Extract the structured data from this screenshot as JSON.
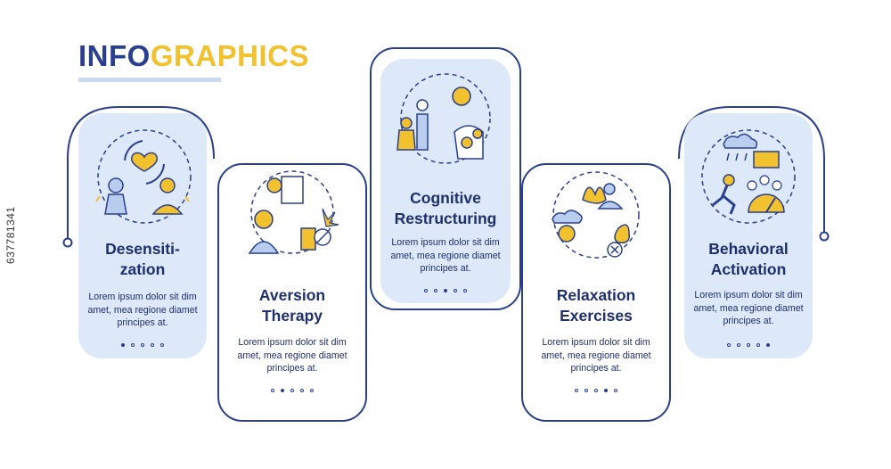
{
  "header": {
    "title_part1": "INFO",
    "title_part2": "GRAPHICS"
  },
  "cards": [
    {
      "title_line1": "Desensiti-",
      "title_line2": "zation",
      "body_line1": "Lorem ipsum dolor sit dim",
      "body_line2": "amet, mea regione diamet",
      "body_line3": "principes at.",
      "active_dot": 1
    },
    {
      "title_line1": "Aversion",
      "title_line2": "Therapy",
      "body_line1": "Lorem ipsum dolor sit dim",
      "body_line2": "amet, mea regione diamet",
      "body_line3": "principes at.",
      "active_dot": 2
    },
    {
      "title_line1": "Cognitive",
      "title_line2": "Restructuring",
      "body_line1": "Lorem ipsum dolor sit dim",
      "body_line2": "amet, mea regione diamet",
      "body_line3": "principes at.",
      "active_dot": 3
    },
    {
      "title_line1": "Relaxation",
      "title_line2": "Exercises",
      "body_line1": "Lorem ipsum dolor sit dim",
      "body_line2": "amet, mea regione diamet",
      "body_line3": "principes at.",
      "active_dot": 4
    },
    {
      "title_line1": "Behavioral",
      "title_line2": "Activation",
      "body_line1": "Lorem ipsum dolor sit dim",
      "body_line2": "amet, mea regione diamet",
      "body_line3": "principes at.",
      "active_dot": 5
    }
  ],
  "icons": [
    "heart-cycle-icon",
    "aversion-icon",
    "cognitive-icon",
    "relaxation-icon",
    "activation-icon"
  ],
  "side_id": "637781341",
  "colors": {
    "navy": "#2a3f8f",
    "yellow": "#f2c12e",
    "light_blue": "#dde8f8",
    "mid_blue": "#b9cdee"
  }
}
